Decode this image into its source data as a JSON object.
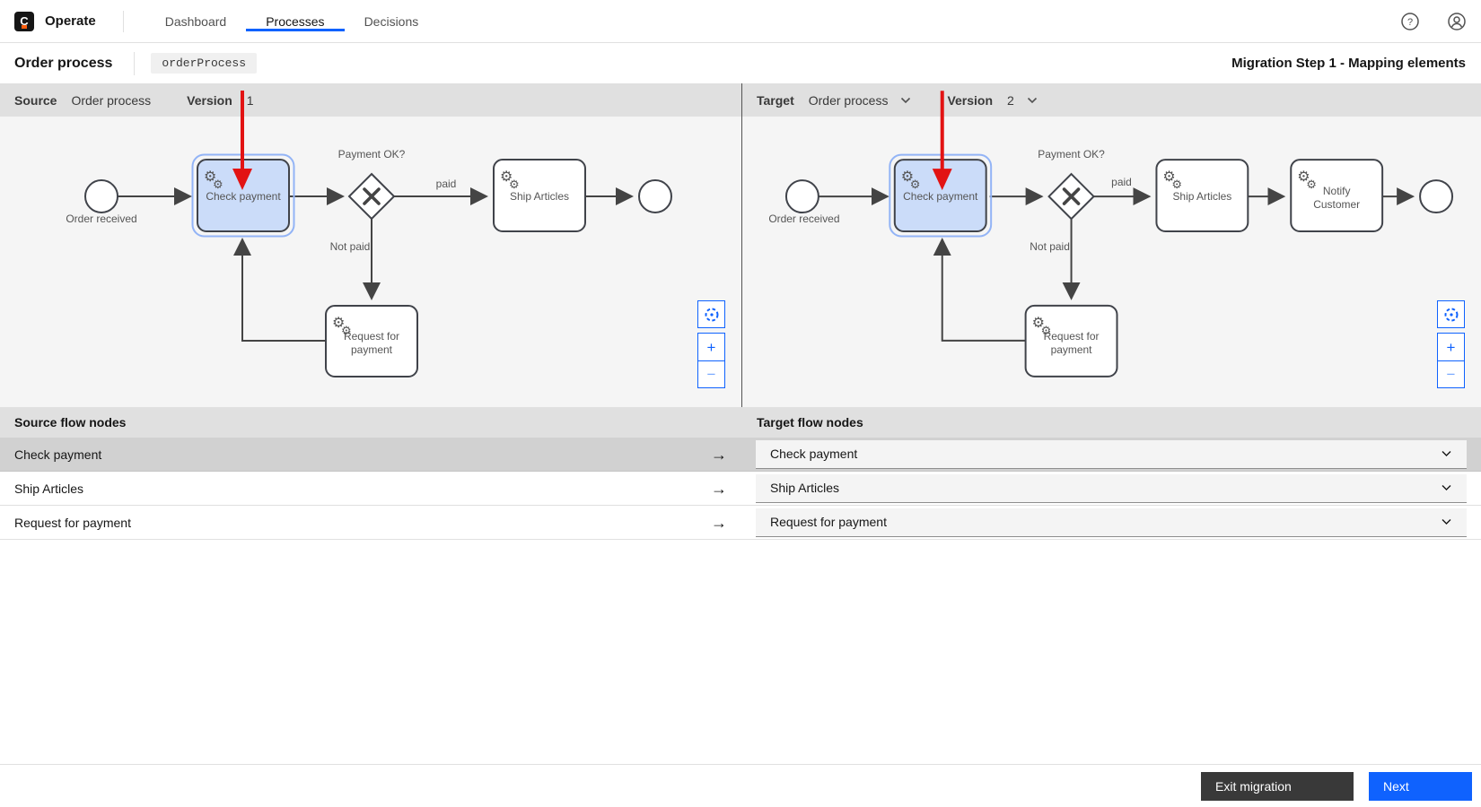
{
  "nav": {
    "logo_letter": "C",
    "brand": "Operate",
    "tabs": [
      {
        "label": "Dashboard",
        "active": false
      },
      {
        "label": "Processes",
        "active": true
      },
      {
        "label": "Decisions",
        "active": false
      }
    ]
  },
  "header": {
    "title": "Order process",
    "badge": "orderProcess",
    "step_title": "Migration Step 1 - Mapping elements"
  },
  "source_panel": {
    "label": "Source",
    "process": "Order process",
    "version_label": "Version",
    "version": "1"
  },
  "target_panel": {
    "label": "Target",
    "process": "Order process",
    "version_label": "Version",
    "version": "2"
  },
  "diagram": {
    "start": "Order received",
    "check_payment": "Check payment",
    "gateway": "Payment OK?",
    "paid": "paid",
    "not_paid": "Not paid",
    "ship": "Ship Articles",
    "request_line1": "Request for",
    "request_line2": "payment",
    "notify_line1": "Notify",
    "notify_line2": "Customer"
  },
  "controls": {
    "zoom_in": "+",
    "zoom_out": "−"
  },
  "mapping": {
    "source_header": "Source flow nodes",
    "target_header": "Target flow nodes",
    "rows": [
      {
        "source": "Check payment",
        "target": "Check payment",
        "selected": true
      },
      {
        "source": "Ship Articles",
        "target": "Ship Articles",
        "selected": false
      },
      {
        "source": "Request for payment",
        "target": "Request for payment",
        "selected": false
      }
    ]
  },
  "footer": {
    "exit": "Exit migration",
    "next": "Next"
  },
  "icons": {
    "gear": "⚙",
    "arrow_right": "→",
    "question": "?"
  },
  "colors": {
    "accent": "#0f62fe",
    "highlight_fill": "#cbdcf9",
    "highlight_outline": "#93b4f6",
    "arrow_red": "#e21313",
    "selected_row": "#d1d1d1",
    "panel_header_bg": "#e0e0e0"
  }
}
